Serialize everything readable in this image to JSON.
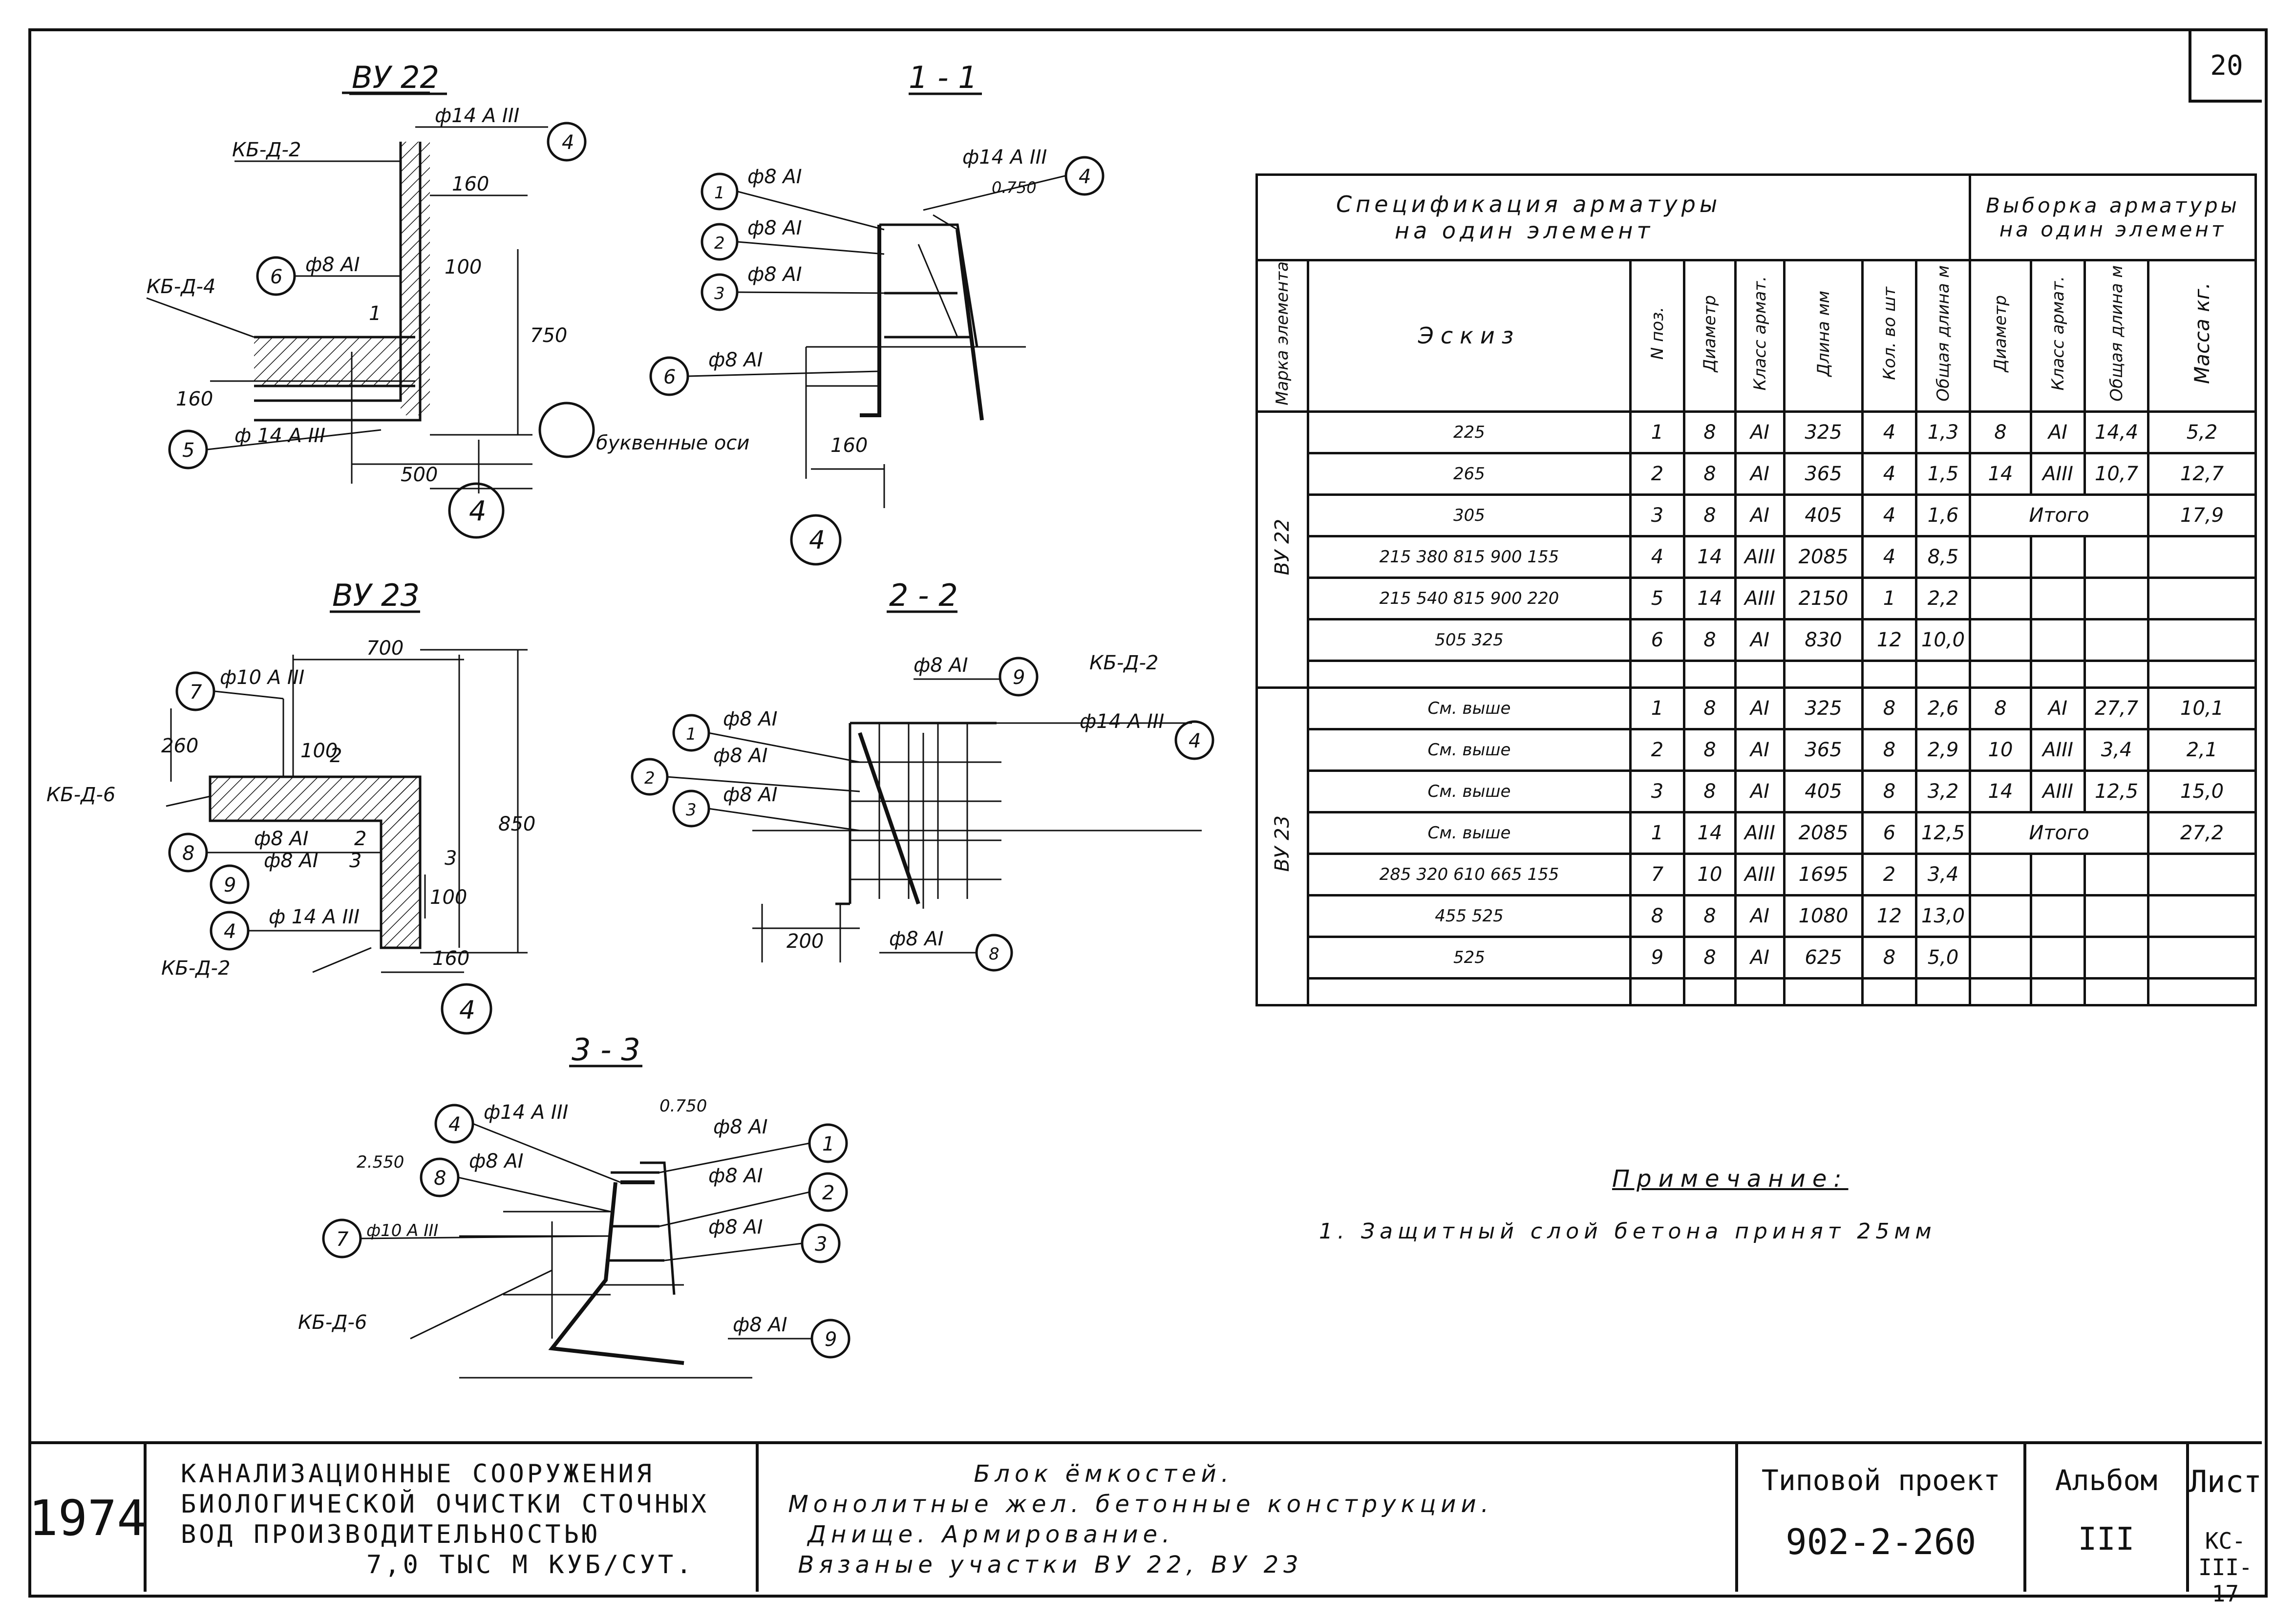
{
  "sheet": {
    "number": "20"
  },
  "drawings": {
    "vu22": {
      "title": "ВУ 22",
      "labels": [
        "КБ-Д-2",
        "КБ-Д-4",
        "ф14 А III",
        "ф8 АI",
        "ф 14 А III"
      ],
      "dims": [
        "160",
        "100",
        "750",
        "160",
        "500"
      ],
      "marks": [
        "1"
      ],
      "bubbles": [
        "4",
        "6",
        "5",
        "4"
      ],
      "axes_note": "буквенные оси"
    },
    "s11": {
      "title": "1 - 1",
      "labels": [
        "ф8 АI",
        "ф8 АI",
        "ф8 АI",
        "ф14 А III",
        "0.750",
        "ф8 АI"
      ],
      "dims": [
        "160"
      ],
      "bubbles": [
        "1",
        "2",
        "3",
        "4",
        "6",
        "4"
      ]
    },
    "vu23": {
      "title": "ВУ 23",
      "labels": [
        "ф10 А III",
        "КБ-Д-6",
        "ф8 АI",
        "ф8 АI",
        "ф 14 А III",
        "КБ-Д-2"
      ],
      "dims": [
        "700",
        "260",
        "100",
        "850",
        "100",
        "160"
      ],
      "marks": [
        "2",
        "2",
        "3",
        "3"
      ],
      "bubbles": [
        "7",
        "8",
        "9",
        "4",
        "4"
      ]
    },
    "s22": {
      "title": "2 - 2",
      "labels": [
        "ф8 АI",
        "КБ-Д-2",
        "ф14 А III",
        "ф8 АI",
        "ф8 АI",
        "ф8 АI",
        "ф8 АI"
      ],
      "dims": [
        "200"
      ],
      "bubbles": [
        "9",
        "4",
        "1",
        "2",
        "3",
        "8"
      ]
    },
    "s33": {
      "title": "3 - 3",
      "labels": [
        "ф14 А III",
        "0.750",
        "ф8 АI",
        "2.550",
        "ф8 АI",
        "ф8 АI",
        "ф10 А III",
        "ф8 АI",
        "КБ-Д-6",
        "ф8 АI"
      ],
      "bubbles": [
        "4",
        "1",
        "8",
        "2",
        "7",
        "3",
        "9"
      ]
    }
  },
  "spec_table": {
    "title_left": "Спецификация арматуры",
    "title_left2": "на один элемент",
    "title_right": "Выборка арматуры на один элемент",
    "headers": [
      "Марка элемента",
      "Эскиз",
      "N поз.",
      "Диаметр",
      "Класс армат.",
      "Длина мм",
      "Кол. во шт",
      "Общая длина м",
      "Диаметр",
      "Класс армат.",
      "Общая длина м",
      "Масса кг."
    ],
    "groups": [
      {
        "mark": "ВУ 22",
        "rows": [
          {
            "sketch": "225",
            "pos": "1",
            "dia": "8",
            "cls": "АI",
            "len": "325",
            "qty": "4",
            "total": "1,3"
          },
          {
            "sketch": "265",
            "pos": "2",
            "dia": "8",
            "cls": "АI",
            "len": "365",
            "qty": "4",
            "total": "1,5"
          },
          {
            "sketch": "305",
            "pos": "3",
            "dia": "8",
            "cls": "АI",
            "len": "405",
            "qty": "4",
            "total": "1,6"
          },
          {
            "sketch": "215 380 815 900 155",
            "pos": "4",
            "dia": "14",
            "cls": "АIII",
            "len": "2085",
            "qty": "4",
            "total": "8,5"
          },
          {
            "sketch": "215 540 815 900 220",
            "pos": "5",
            "dia": "14",
            "cls": "АIII",
            "len": "2150",
            "qty": "1",
            "total": "2,2"
          },
          {
            "sketch": "505 325",
            "pos": "6",
            "dia": "8",
            "cls": "АI",
            "len": "830",
            "qty": "12",
            "total": "10,0"
          }
        ],
        "selection": [
          {
            "dia": "8",
            "cls": "АI",
            "total": "14,4",
            "mass": "5,2"
          },
          {
            "dia": "14",
            "cls": "АIII",
            "total": "10,7",
            "mass": "12,7"
          }
        ],
        "total_label": "Итого",
        "total_mass": "17,9"
      },
      {
        "mark": "ВУ 23",
        "rows": [
          {
            "sketch": "См. выше",
            "pos": "1",
            "dia": "8",
            "cls": "АI",
            "len": "325",
            "qty": "8",
            "total": "2,6"
          },
          {
            "sketch": "См. выше",
            "pos": "2",
            "dia": "8",
            "cls": "АI",
            "len": "365",
            "qty": "8",
            "total": "2,9"
          },
          {
            "sketch": "См. выше",
            "pos": "3",
            "dia": "8",
            "cls": "АI",
            "len": "405",
            "qty": "8",
            "total": "3,2"
          },
          {
            "sketch": "См. выше",
            "pos": "1",
            "dia": "14",
            "cls": "АIII",
            "len": "2085",
            "qty": "6",
            "total": "12,5"
          },
          {
            "sketch": "285 320 610 665 155",
            "pos": "7",
            "dia": "10",
            "cls": "АIII",
            "len": "1695",
            "qty": "2",
            "total": "3,4"
          },
          {
            "sketch": "455 525",
            "pos": "8",
            "dia": "8",
            "cls": "АI",
            "len": "1080",
            "qty": "12",
            "total": "13,0"
          },
          {
            "sketch": "525",
            "pos": "9",
            "dia": "8",
            "cls": "АI",
            "len": "625",
            "qty": "8",
            "total": "5,0"
          }
        ],
        "selection": [
          {
            "dia": "8",
            "cls": "АI",
            "total": "27,7",
            "mass": "10,1"
          },
          {
            "dia": "10",
            "cls": "АIII",
            "total": "3,4",
            "mass": "2,1"
          },
          {
            "dia": "14",
            "cls": "АIII",
            "total": "12,5",
            "mass": "15,0"
          }
        ],
        "total_label": "Итого",
        "total_mass": "27,2"
      }
    ]
  },
  "note": {
    "title": "Примечание:",
    "text": "1. Защитный слой бетона принят 25мм"
  },
  "title_block": {
    "year": "1974",
    "org": [
      "КАНАЛИЗАЦИОННЫЕ СООРУЖЕНИЯ",
      "БИОЛОГИЧЕСКОЙ ОЧИСТКИ СТОЧНЫХ",
      "ВОД ПРОИЗВОДИТЕЛЬНОСТЬЮ",
      "7,0 ТЫС М КУБ/СУТ."
    ],
    "desc": [
      "Блок ёмкостей.",
      "Монолитные жел. бетонные конструкции.",
      "Днище. Армирование.",
      "Вязаные участки ВУ 22, ВУ 23"
    ],
    "project_label": "Типовой проект",
    "project_no": "902-2-260",
    "album_label": "Альбом",
    "album_no": "III",
    "sheet_label": "Лист",
    "sheet_code": "КС-III-17"
  }
}
